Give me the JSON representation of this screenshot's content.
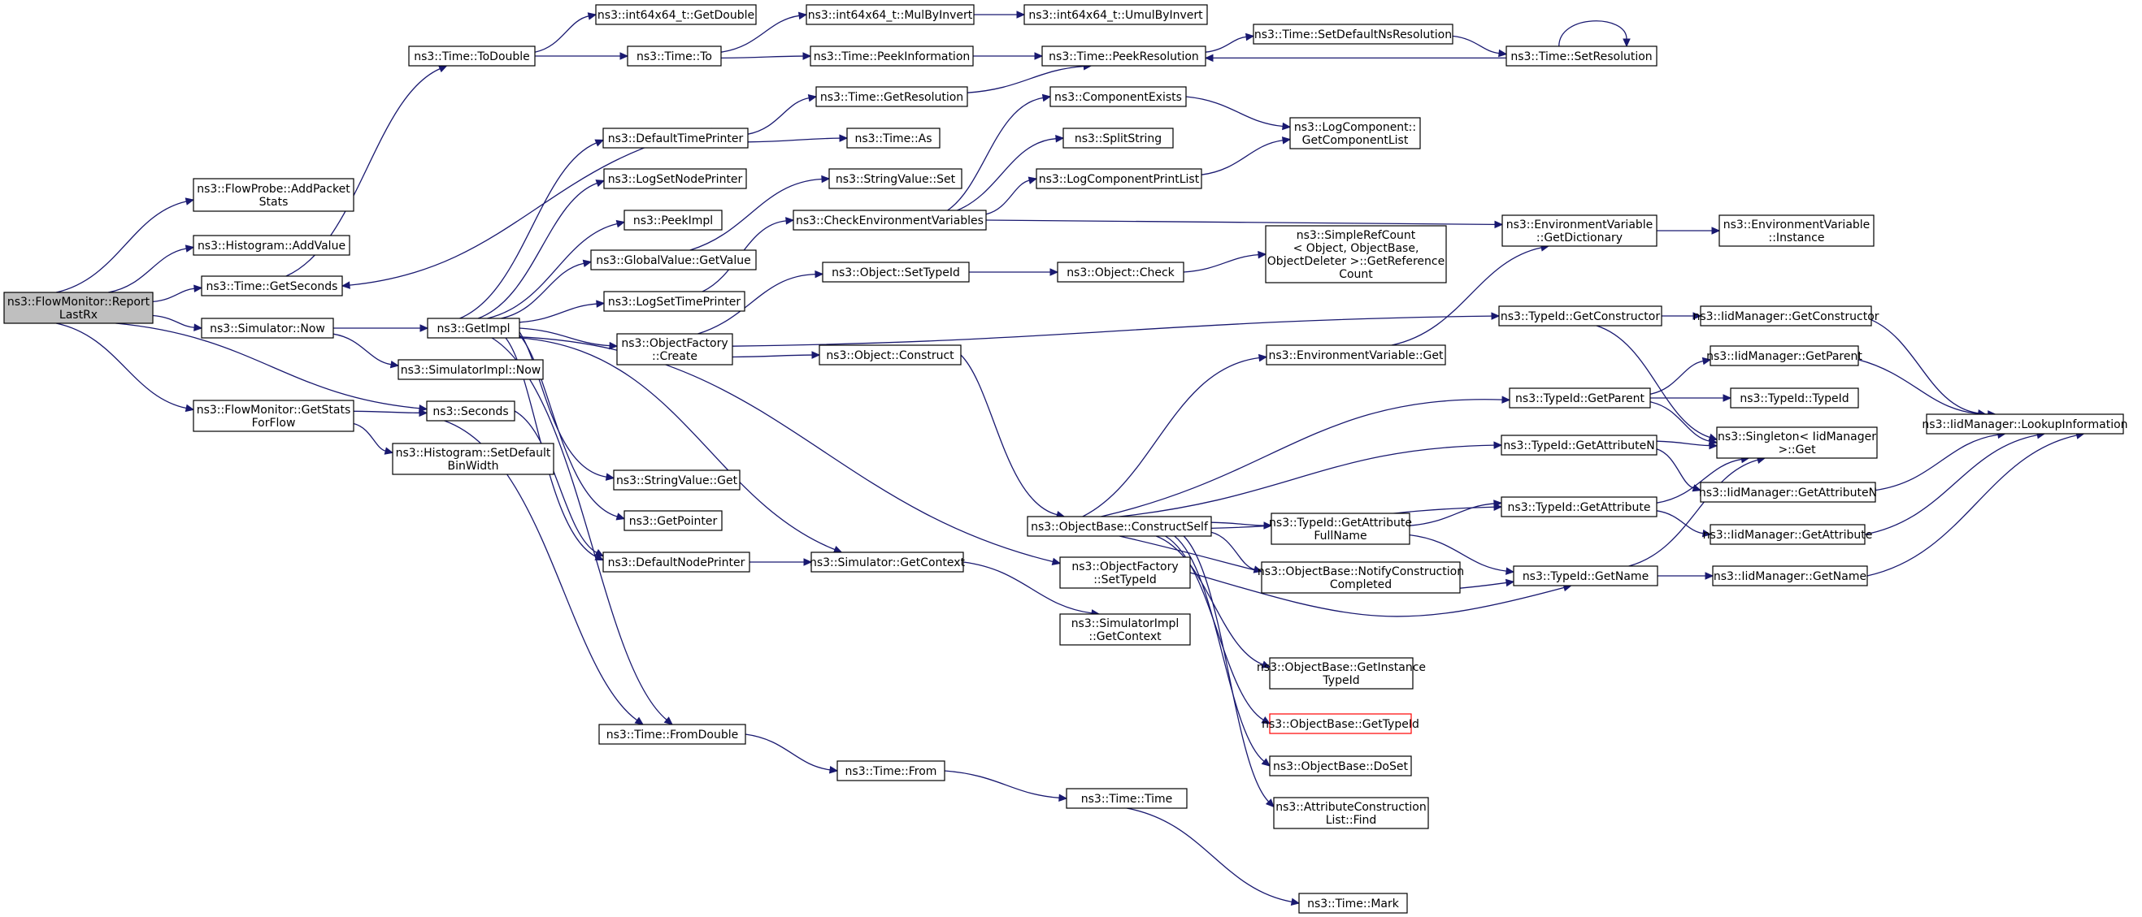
{
  "graph": {
    "colors": {
      "edge": "#191970",
      "root_fill": "#bfbfbf",
      "node_border": "#000000",
      "highlight_border": "#ff0000"
    },
    "nodes": [
      {
        "id": "n1",
        "lines": [
          "ns3::FlowMonitor::Report",
          "LastRx"
        ]
      },
      {
        "id": "n2",
        "lines": [
          "ns3::FlowProbe::AddPacket",
          "Stats"
        ]
      },
      {
        "id": "n3",
        "lines": [
          "ns3::Histogram::AddValue"
        ]
      },
      {
        "id": "n4",
        "lines": [
          "ns3::Time::GetSeconds"
        ]
      },
      {
        "id": "n5",
        "lines": [
          "ns3::Simulator::Now"
        ]
      },
      {
        "id": "n6",
        "lines": [
          "ns3::FlowMonitor::GetStats",
          "ForFlow"
        ]
      },
      {
        "id": "n7",
        "lines": [
          "ns3::Seconds"
        ]
      },
      {
        "id": "n8",
        "lines": [
          "ns3::Histogram::SetDefault",
          "BinWidth"
        ]
      },
      {
        "id": "n9",
        "lines": [
          "ns3::Time::ToDouble"
        ]
      },
      {
        "id": "n10",
        "lines": [
          "ns3::GetImpl"
        ]
      },
      {
        "id": "n11",
        "lines": [
          "ns3::SimulatorImpl::Now"
        ]
      },
      {
        "id": "n12",
        "lines": [
          "ns3::int64x64_t::GetDouble"
        ]
      },
      {
        "id": "n13",
        "lines": [
          "ns3::Time::To"
        ]
      },
      {
        "id": "n14",
        "lines": [
          "ns3::DefaultTimePrinter"
        ]
      },
      {
        "id": "n15",
        "lines": [
          "ns3::LogSetNodePrinter"
        ]
      },
      {
        "id": "n16",
        "lines": [
          "ns3::PeekImpl"
        ]
      },
      {
        "id": "n17",
        "lines": [
          "ns3::GlobalValue::GetValue"
        ]
      },
      {
        "id": "n18",
        "lines": [
          "ns3::LogSetTimePrinter"
        ]
      },
      {
        "id": "n19",
        "lines": [
          "ns3::ObjectFactory",
          "::Create"
        ]
      },
      {
        "id": "n20",
        "lines": [
          "ns3::StringValue::Get"
        ]
      },
      {
        "id": "n21",
        "lines": [
          "ns3::GetPointer"
        ]
      },
      {
        "id": "n22",
        "lines": [
          "ns3::DefaultNodePrinter"
        ]
      },
      {
        "id": "n23",
        "lines": [
          "ns3::Time::FromDouble"
        ]
      },
      {
        "id": "n24",
        "lines": [
          "ns3::int64x64_t::MulByInvert"
        ]
      },
      {
        "id": "n25",
        "lines": [
          "ns3::int64x64_t::UmulByInvert"
        ]
      },
      {
        "id": "n26",
        "lines": [
          "ns3::Time::PeekInformation"
        ]
      },
      {
        "id": "n27",
        "lines": [
          "ns3::Time::PeekResolution"
        ]
      },
      {
        "id": "n28",
        "lines": [
          "ns3::Time::SetDefaultNsResolution"
        ]
      },
      {
        "id": "n29",
        "lines": [
          "ns3::Time::SetResolution"
        ]
      },
      {
        "id": "n30",
        "lines": [
          "ns3::Time::GetResolution"
        ]
      },
      {
        "id": "n31",
        "lines": [
          "ns3::Time::As"
        ]
      },
      {
        "id": "n32",
        "lines": [
          "ns3::StringValue::Set"
        ]
      },
      {
        "id": "n33",
        "lines": [
          "ns3::CheckEnvironmentVariables"
        ]
      },
      {
        "id": "n34",
        "lines": [
          "ns3::ComponentExists"
        ]
      },
      {
        "id": "n35",
        "lines": [
          "ns3::SplitString"
        ]
      },
      {
        "id": "n36",
        "lines": [
          "ns3::LogComponentPrintList"
        ]
      },
      {
        "id": "n37",
        "lines": [
          "ns3::LogComponent::",
          "GetComponentList"
        ]
      },
      {
        "id": "n38",
        "lines": [
          "ns3::EnvironmentVariable",
          "::GetDictionary"
        ]
      },
      {
        "id": "n39",
        "lines": [
          "ns3::EnvironmentVariable",
          "::Instance"
        ]
      },
      {
        "id": "n40",
        "lines": [
          "ns3::Object::SetTypeId"
        ]
      },
      {
        "id": "n41",
        "lines": [
          "ns3::Object::Check"
        ]
      },
      {
        "id": "n42",
        "lines": [
          "ns3::SimpleRefCount",
          "< Object, ObjectBase,",
          "ObjectDeleter >::GetReference",
          "Count"
        ]
      },
      {
        "id": "n43",
        "lines": [
          "ns3::Object::Construct"
        ]
      },
      {
        "id": "n44",
        "lines": [
          "ns3::TypeId::GetConstructor"
        ]
      },
      {
        "id": "n45",
        "lines": [
          "ns3::IidManager::GetConstructor"
        ]
      },
      {
        "id": "n46",
        "lines": [
          "ns3::EnvironmentVariable::Get"
        ]
      },
      {
        "id": "n47",
        "lines": [
          "ns3::IidManager::GetParent"
        ]
      },
      {
        "id": "n48",
        "lines": [
          "ns3::TypeId::GetParent"
        ]
      },
      {
        "id": "n49",
        "lines": [
          "ns3::TypeId::TypeId"
        ]
      },
      {
        "id": "n50",
        "lines": [
          "ns3::TypeId::GetAttributeN"
        ]
      },
      {
        "id": "n51",
        "lines": [
          "ns3::Singleton< IidManager",
          ">::Get"
        ]
      },
      {
        "id": "n52",
        "lines": [
          "ns3::IidManager::LookupInformation"
        ]
      },
      {
        "id": "n53",
        "lines": [
          "ns3::IidManager::GetAttributeN"
        ]
      },
      {
        "id": "n54",
        "lines": [
          "ns3::ObjectBase::ConstructSelf"
        ]
      },
      {
        "id": "n55",
        "lines": [
          "ns3::TypeId::GetAttribute",
          "FullName"
        ]
      },
      {
        "id": "n56",
        "lines": [
          "ns3::TypeId::GetAttribute"
        ]
      },
      {
        "id": "n57",
        "lines": [
          "ns3::IidManager::GetAttribute"
        ]
      },
      {
        "id": "n58",
        "lines": [
          "ns3::Simulator::GetContext"
        ]
      },
      {
        "id": "n59",
        "lines": [
          "ns3::ObjectFactory",
          "::SetTypeId"
        ]
      },
      {
        "id": "n60",
        "lines": [
          "ns3::ObjectBase::NotifyConstruction",
          "Completed"
        ]
      },
      {
        "id": "n61",
        "lines": [
          "ns3::TypeId::GetName"
        ]
      },
      {
        "id": "n62",
        "lines": [
          "ns3::IidManager::GetName"
        ]
      },
      {
        "id": "n63",
        "lines": [
          "ns3::SimulatorImpl",
          "::GetContext"
        ]
      },
      {
        "id": "n64",
        "lines": [
          "ns3::ObjectBase::GetInstance",
          "TypeId"
        ]
      },
      {
        "id": "n65",
        "lines": [
          "ns3::ObjectBase::GetTypeId"
        ]
      },
      {
        "id": "n66",
        "lines": [
          "ns3::ObjectBase::DoSet"
        ]
      },
      {
        "id": "n67",
        "lines": [
          "ns3::AttributeConstruction",
          "List::Find"
        ]
      },
      {
        "id": "n68",
        "lines": [
          "ns3::Time::From"
        ]
      },
      {
        "id": "n69",
        "lines": [
          "ns3::Time::Time"
        ]
      },
      {
        "id": "n70",
        "lines": [
          "ns3::Time::Mark"
        ]
      }
    ]
  }
}
